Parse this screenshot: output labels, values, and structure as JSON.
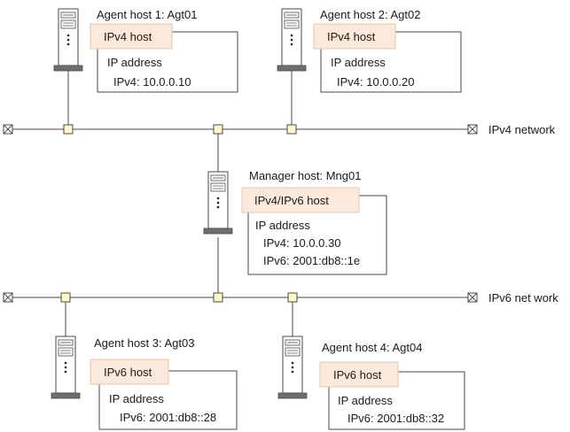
{
  "colors": {
    "line": "#4a4a4a",
    "junction_fill": "#fff8c8",
    "type_fill": "#fbe9dc",
    "type_stroke": "#e8c4a8",
    "server_body": "#ffffff",
    "server_base": "#6e6e6e"
  },
  "networks": {
    "ipv4": {
      "label": "IPv4 network",
      "endpoint_icon": "x-box-icon"
    },
    "ipv6": {
      "label": "IPv6 net work",
      "endpoint_icon": "x-box-icon"
    }
  },
  "hosts": {
    "agt01": {
      "title": "Agent host 1: Agt01",
      "type": "IPv4 host",
      "ip_heading": "IP address",
      "ipv4": "IPv4: 10.0.0.10",
      "icon": "server-icon"
    },
    "agt02": {
      "title": "Agent host 2: Agt02",
      "type": "IPv4 host",
      "ip_heading": "IP address",
      "ipv4": "IPv4: 10.0.0.20",
      "icon": "server-icon"
    },
    "mng01": {
      "title": "Manager host: Mng01",
      "type": "IPv4/IPv6 host",
      "ip_heading": "IP address",
      "ipv4": "IPv4: 10.0.0.30",
      "ipv6": "IPv6: 2001:db8::1e",
      "icon": "server-icon"
    },
    "agt03": {
      "title": "Agent host 3: Agt03",
      "type": "IPv6 host",
      "ip_heading": "IP address",
      "ipv6": "IPv6: 2001:db8::28",
      "icon": "server-icon"
    },
    "agt04": {
      "title": "Agent host 4: Agt04",
      "type": "IPv6 host",
      "ip_heading": "IP address",
      "ipv6": "IPv6: 2001:db8::32",
      "icon": "server-icon"
    }
  }
}
